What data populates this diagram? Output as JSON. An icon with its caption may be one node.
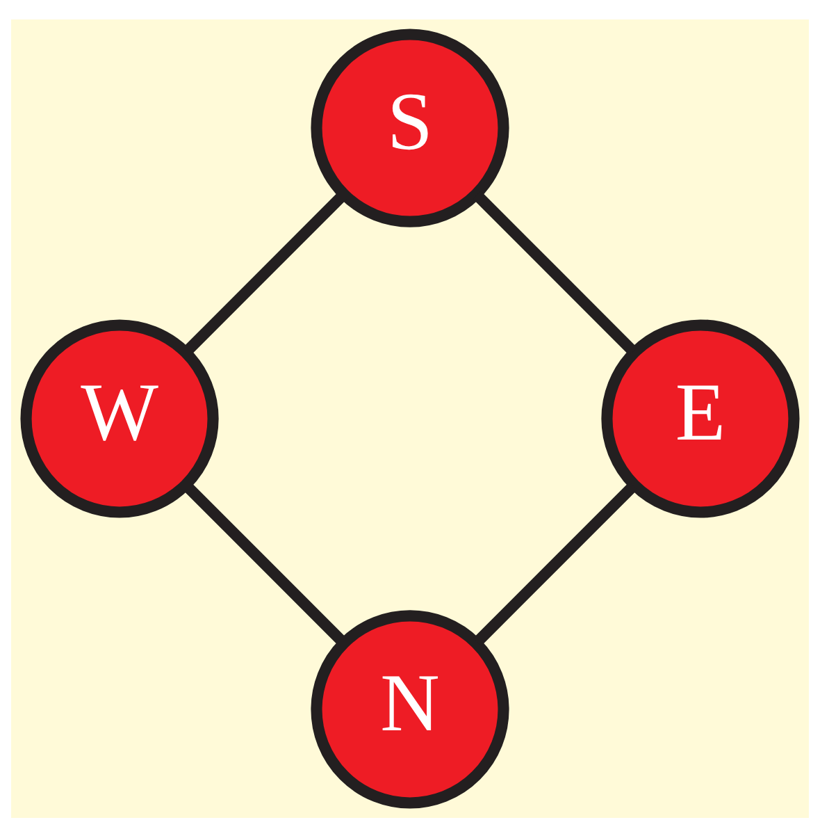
{
  "diagram": {
    "nodes": [
      {
        "text": [
          "N"
        ]
      },
      {
        "text": [
          "W"
        ]
      },
      {
        "text": [
          "E"
        ]
      },
      {
        "text": [
          "S"
        ]
      }
    ],
    "edges": [
      {
        "from": 0,
        "to": 1,
        "arrow": "none"
      },
      {
        "from": 0,
        "to": 2,
        "arrow": "none"
      },
      {
        "from": 1,
        "to": 3,
        "arrow": "none"
      },
      {
        "from": 2,
        "to": 3,
        "arrow": "none"
      }
    ]
  }
}
